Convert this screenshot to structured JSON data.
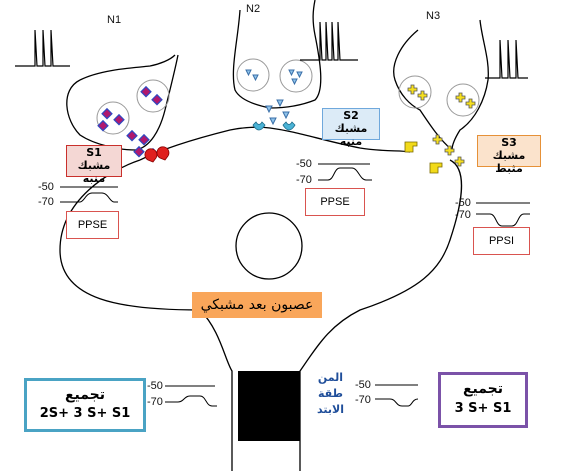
{
  "neurons": {
    "n1": "N1",
    "n2": "N2",
    "n3": "N3"
  },
  "synapses": {
    "s1": {
      "id": "S1",
      "type": "مشبك منبه"
    },
    "s2": {
      "id": "S2",
      "type": "مشبك منبه"
    },
    "s3": {
      "id": "S3",
      "type": "مشبك مثبط"
    }
  },
  "potentials": {
    "pse1": "PPSE",
    "pse2": "PPSE",
    "psi": "PPSI",
    "tick_high": "-50",
    "tick_low": "-70"
  },
  "postsynaptic_label": "عصبون بعد مشبكي",
  "axon_hillock_lines": [
    "المن",
    "طقة",
    "الابتد"
  ],
  "summations": {
    "left": {
      "title": "تجميع",
      "formula": "2S+ 3 S+ S1"
    },
    "right": {
      "title": "تجميع",
      "formula": "3 S+ S1"
    }
  },
  "colors": {
    "s1_fill": "#f4d7d4",
    "s1_border": "#c9302c",
    "s2_fill": "#dcebf7",
    "s2_border": "#6fa8dc",
    "s3_fill": "#fbe3cc",
    "s3_border": "#e69138",
    "post_label_fill": "#f9a65a",
    "left_sum_border": "#4aa3c4",
    "right_sum_border": "#7b52a8",
    "hillock_text": "#1f4e9a"
  }
}
